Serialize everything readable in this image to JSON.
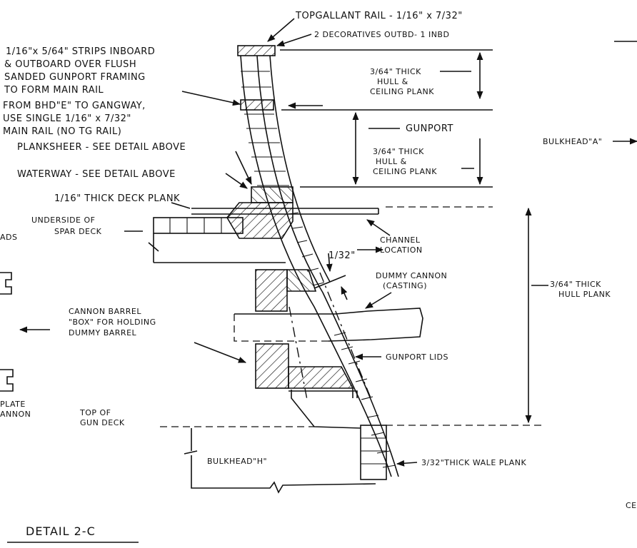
{
  "detail_title": "DETAIL 2-C",
  "labels": {
    "topgallant_rail": "TOPGALLANT RAIL - 1/16\" x 7/32\"",
    "decoratives": "2 DECORATIVES OUTBD- 1 INBD",
    "strips_1": "1/16\"x 5/64\" STRIPS INBOARD",
    "strips_2": "& OUTBOARD OVER FLUSH",
    "strips_3": "SANDED GUNPORT FRAMING",
    "strips_4": "TO FORM MAIN RAIL",
    "bhd_1": "FROM BHD\"E\" TO GANGWAY,",
    "bhd_2": "USE SINGLE 1/16\" x 7/32\"",
    "bhd_3": "MAIN RAIL (NO TG RAIL)",
    "plank_upper_1": "3/64\" THICK",
    "plank_upper_2": "HULL &",
    "plank_upper_3": "CEILING PLANK",
    "gunport": "GUNPORT",
    "plank_mid_1": "3/64\" THICK",
    "plank_mid_2": "HULL &",
    "plank_mid_3": "CEILING PLANK",
    "bulkhead_a": "BULKHEAD\"A\"",
    "plank_sheer": "PLANKSHEER - SEE DETAIL ABOVE",
    "waterway": "WATERWAY - SEE DETAIL ABOVE",
    "deck_plank": "1/16\" THICK DECK PLANK",
    "underside_1": "UNDERSIDE OF",
    "underside_2": "SPAR DECK",
    "ads": "ADS",
    "channel_1": "CHANNEL",
    "channel_2": "LOCATION",
    "one_32": "1/32\"",
    "dummy_1": "DUMMY CANNON",
    "dummy_2": "(CASTING)",
    "hull_plank_1": "3/64\" THICK",
    "hull_plank_2": "HULL PLANK",
    "barrel_1": "CANNON BARREL",
    "barrel_2": "\"BOX\" FOR HOLDING",
    "barrel_3": "DUMMY BARREL",
    "gunport_lids": "GUNPORT LIDS",
    "plate_1": "PLATE",
    "plate_2": "ANNON",
    "gun_deck_1": "TOP OF",
    "gun_deck_2": "GUN DECK",
    "bulkhead_h": "BULKHEAD\"H\"",
    "wale_plank": "3/32\"THICK WALE PLANK",
    "ce": "CE"
  }
}
